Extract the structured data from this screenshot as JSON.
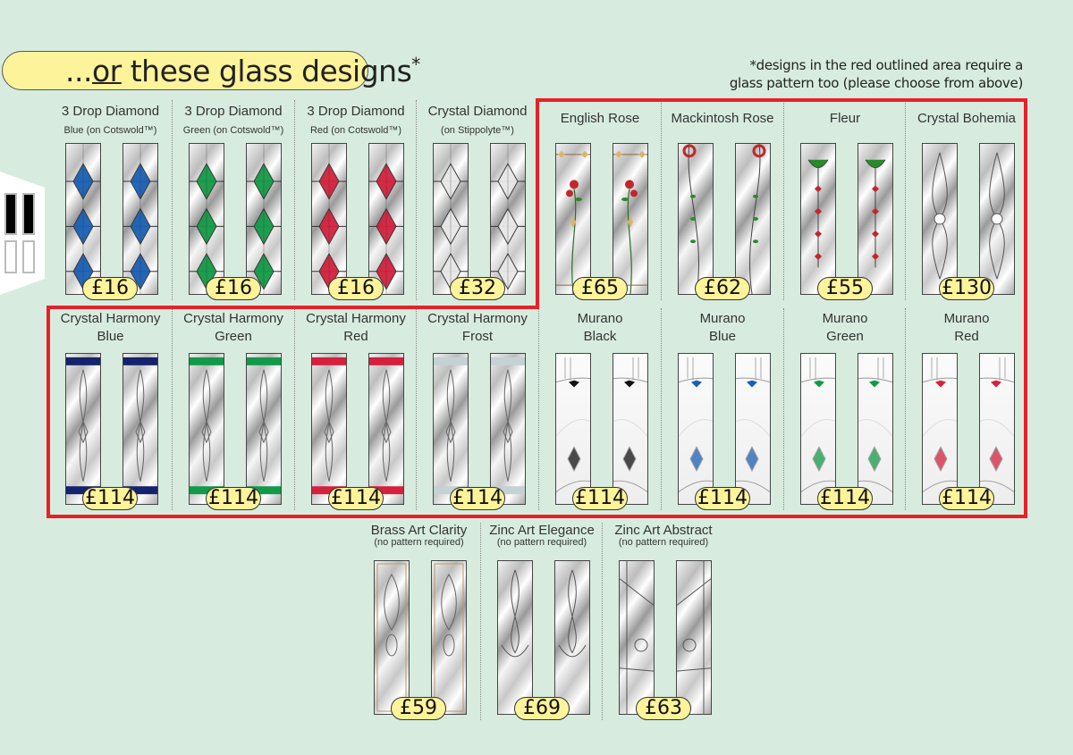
{
  "header": {
    "title_prefix": "...",
    "title_underlined": "or",
    "title_rest": " these glass designs",
    "title_asterisk": "*",
    "note_line1": "*designs in the red outlined area require a",
    "note_line2": "glass pattern too (please choose from above)"
  },
  "colors": {
    "background": "#d7ecdf",
    "badge": "#fdf39a",
    "outline": "#e8202a"
  },
  "designs": [
    {
      "title": "3 Drop Diamond",
      "subtitle": "Blue (on Cotswold™)",
      "price": "£16",
      "pattern": "diamond",
      "accent": "#1a5fb4"
    },
    {
      "title": "3 Drop Diamond",
      "subtitle": "Green (on Cotswold™)",
      "price": "£16",
      "pattern": "diamond",
      "accent": "#139a47"
    },
    {
      "title": "3 Drop Diamond",
      "subtitle": "Red (on Cotswold™)",
      "price": "£16",
      "pattern": "diamond",
      "accent": "#d4213d"
    },
    {
      "title": "Crystal Diamond",
      "subtitle": "(on Stippolyte™)",
      "price": "£32",
      "pattern": "diamond",
      "accent": "#e8e8e8"
    },
    {
      "title": "English Rose",
      "subtitle": "",
      "price": "£65",
      "pattern": "rose",
      "accent": "#c0282d"
    },
    {
      "title": "Mackintosh Rose",
      "subtitle": "",
      "price": "£62",
      "pattern": "mackintosh",
      "accent": "#c0282d"
    },
    {
      "title": "Fleur",
      "subtitle": "",
      "price": "£55",
      "pattern": "fleur",
      "accent": "#c0282d"
    },
    {
      "title": "Crystal Bohemia",
      "subtitle": "",
      "price": "£130",
      "pattern": "bohemia",
      "accent": "#ffffff"
    },
    {
      "title": "Crystal Harmony",
      "subtitle": "Blue",
      "price": "£114",
      "pattern": "harmony",
      "accent": "#14236b"
    },
    {
      "title": "Crystal Harmony",
      "subtitle": "Green",
      "price": "£114",
      "pattern": "harmony",
      "accent": "#129a4a"
    },
    {
      "title": "Crystal Harmony",
      "subtitle": "Red",
      "price": "£114",
      "pattern": "harmony",
      "accent": "#d4213d"
    },
    {
      "title": "Crystal Harmony",
      "subtitle": "Frost",
      "price": "£114",
      "pattern": "harmony",
      "accent": "#c4d2d4"
    },
    {
      "title": "Murano",
      "subtitle": "Black",
      "price": "£114",
      "pattern": "murano",
      "accent": "#111111"
    },
    {
      "title": "Murano",
      "subtitle": "Blue",
      "price": "£114",
      "pattern": "murano",
      "accent": "#1a5fb4"
    },
    {
      "title": "Murano",
      "subtitle": "Green",
      "price": "£114",
      "pattern": "murano",
      "accent": "#139a47"
    },
    {
      "title": "Murano",
      "subtitle": "Red",
      "price": "£114",
      "pattern": "murano",
      "accent": "#d4213d"
    },
    {
      "title": "Brass Art Clarity",
      "subtitle": "(no pattern required)",
      "price": "£59",
      "pattern": "brass",
      "accent": "#b89a6a"
    },
    {
      "title": "Zinc Art Elegance",
      "subtitle": "(no pattern required)",
      "price": "£69",
      "pattern": "elegance",
      "accent": "#888888"
    },
    {
      "title": "Zinc Art Abstract",
      "subtitle": "(no pattern required)",
      "price": "£63",
      "pattern": "abstract",
      "accent": "#888888"
    }
  ]
}
